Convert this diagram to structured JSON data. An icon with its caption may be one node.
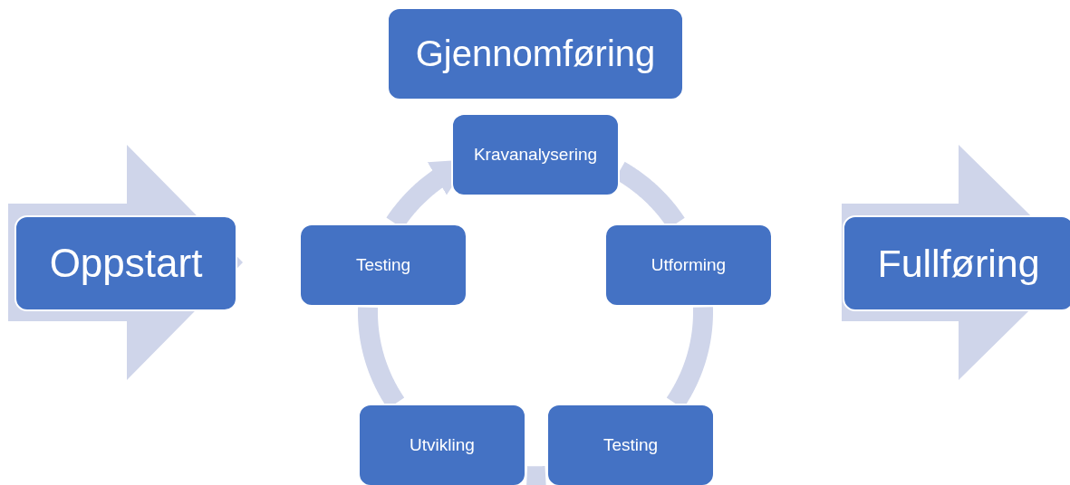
{
  "diagram": {
    "nodes": [
      {
        "text": [
          "Gjennomføring"
        ]
      },
      {
        "text": [
          "Oppstart"
        ]
      },
      {
        "text": [
          "Kravanalysering"
        ]
      },
      {
        "text": [
          "Testing"
        ]
      },
      {
        "text": [
          "Utforming"
        ]
      },
      {
        "text": [
          "Utvikling"
        ]
      },
      {
        "text": [
          "Testing"
        ]
      },
      {
        "text": [
          "Fullføring"
        ]
      }
    ],
    "edges": [
      {
        "from": 2,
        "to": 4,
        "arrow": "none"
      },
      {
        "from": 4,
        "to": 6,
        "arrow": "none"
      },
      {
        "from": 6,
        "to": 5,
        "arrow": "none"
      },
      {
        "from": 5,
        "to": 3,
        "arrow": "none"
      },
      {
        "from": 3,
        "to": 2,
        "arrow": "to"
      }
    ]
  }
}
